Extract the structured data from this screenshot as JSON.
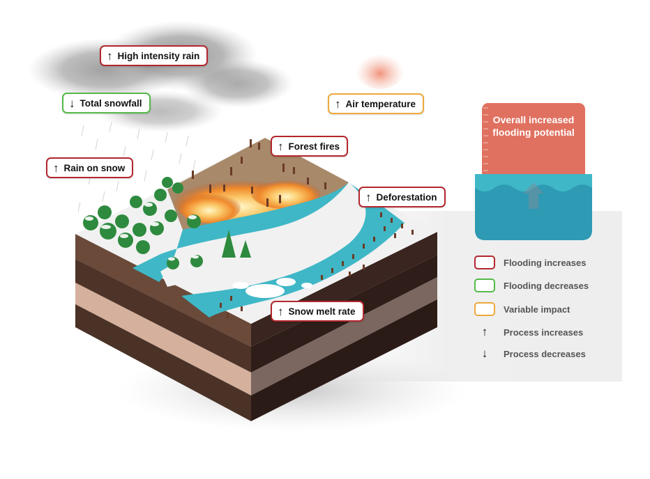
{
  "labels": {
    "high_intensity_rain": {
      "text": "High intensity rain",
      "arrow": "↑"
    },
    "total_snowfall": {
      "text": "Total snowfall",
      "arrow": "↓"
    },
    "air_temperature": {
      "text": "Air temperature",
      "arrow": "↑"
    },
    "rain_on_snow": {
      "text": "Rain on snow",
      "arrow": "↑"
    },
    "forest_fires": {
      "text": "Forest fires",
      "arrow": "↑"
    },
    "deforestation": {
      "text": "Deforestation",
      "arrow": "↑"
    },
    "snow_melt_rate": {
      "text": "Snow melt rate",
      "arrow": "↑"
    }
  },
  "overall": {
    "text": "Overall increased flooding potential"
  },
  "legend": {
    "increases": "Flooding increases",
    "decreases": "Flooding decreases",
    "variable": "Variable impact",
    "process_up": "Process increases",
    "process_down": "Process decreases",
    "up_arrow": "↑",
    "down_arrow": "↓"
  },
  "colors": {
    "flood_increase": "#b3272d",
    "flood_decrease": "#54b948",
    "variable": "#eda83c",
    "water": "#3fb7c6",
    "overall_box": "#e07160"
  }
}
